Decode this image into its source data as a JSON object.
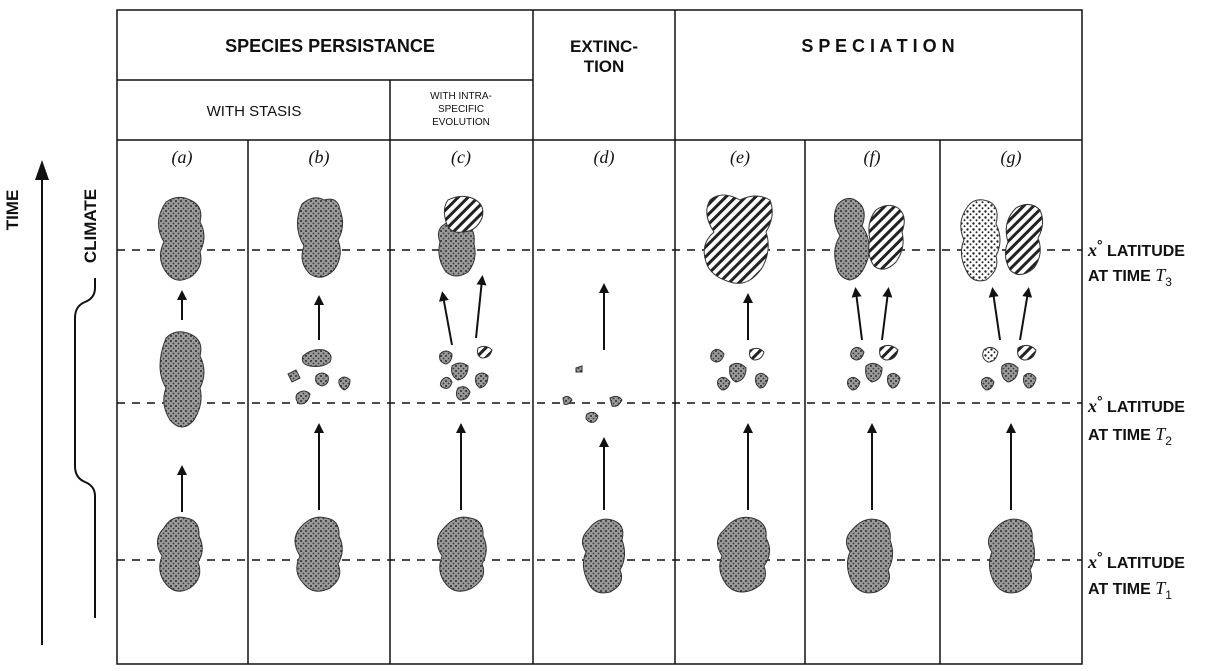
{
  "headers": {
    "persistence": "SPECIES PERSISTANCE",
    "extinction_line1": "EXTINC-",
    "extinction_line2": "TION",
    "speciation": "S P E C I A T I O N",
    "with_stasis": "WITH STASIS",
    "intra_line1": "WITH INTRA-",
    "intra_line2": "SPECIFIC",
    "intra_line3": "EVOLUTION"
  },
  "columns": [
    {
      "label": "(a)"
    },
    {
      "label": "(b)"
    },
    {
      "label": "(c)"
    },
    {
      "label": "(d)"
    },
    {
      "label": "(e)"
    },
    {
      "label": "(f)"
    },
    {
      "label": "(g)"
    }
  ],
  "axes": {
    "time": "TIME",
    "climate": "CLIMATE"
  },
  "latitude_labels": [
    {
      "line1_var": "x",
      "line1_deg": "°",
      "line1_text": " LATITUDE",
      "line2_text": "AT TIME ",
      "time_var": "T",
      "time_sub": "3"
    },
    {
      "line1_var": "x",
      "line1_deg": "°",
      "line1_text": " LATITUDE",
      "line2_text": "AT TIME ",
      "time_var": "T",
      "time_sub": "2"
    },
    {
      "line1_var": "x",
      "line1_deg": "°",
      "line1_text": " LATITUDE",
      "line2_text": "AT TIME ",
      "time_var": "T",
      "time_sub": "1"
    }
  ],
  "colors": {
    "line": "#111111",
    "blob_fill": "#8a8a8a",
    "background": "#ffffff"
  }
}
